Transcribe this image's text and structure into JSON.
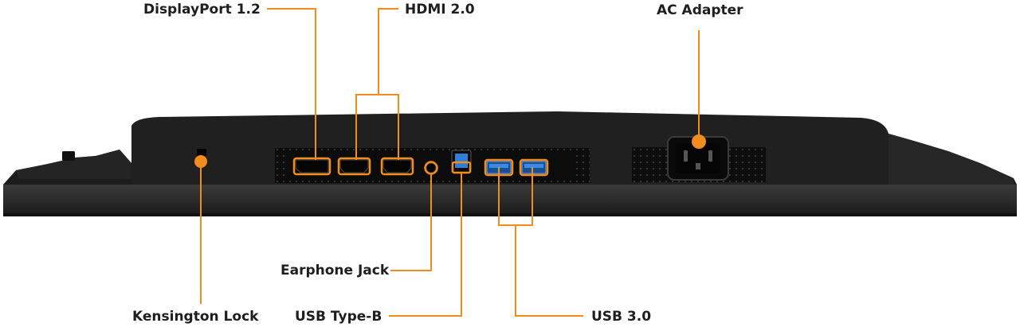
{
  "labels": {
    "displayport": "DisplayPort 1.2",
    "hdmi": "HDMI 2.0",
    "ac_adapter": "AC Adapter",
    "earphone": "Earphone Jack",
    "kensington": "Kensington Lock",
    "usb_type_b": "USB Type-B",
    "usb_30": "USB 3.0"
  },
  "colors": {
    "accent": "#F28C1E",
    "body": "#1f1f1f",
    "body_dark": "#161616",
    "edge": "#2c2c2c",
    "panel": "#0e0e0e",
    "usb_blue": "#2f7fd8",
    "label_text": "#1e1e1e"
  }
}
